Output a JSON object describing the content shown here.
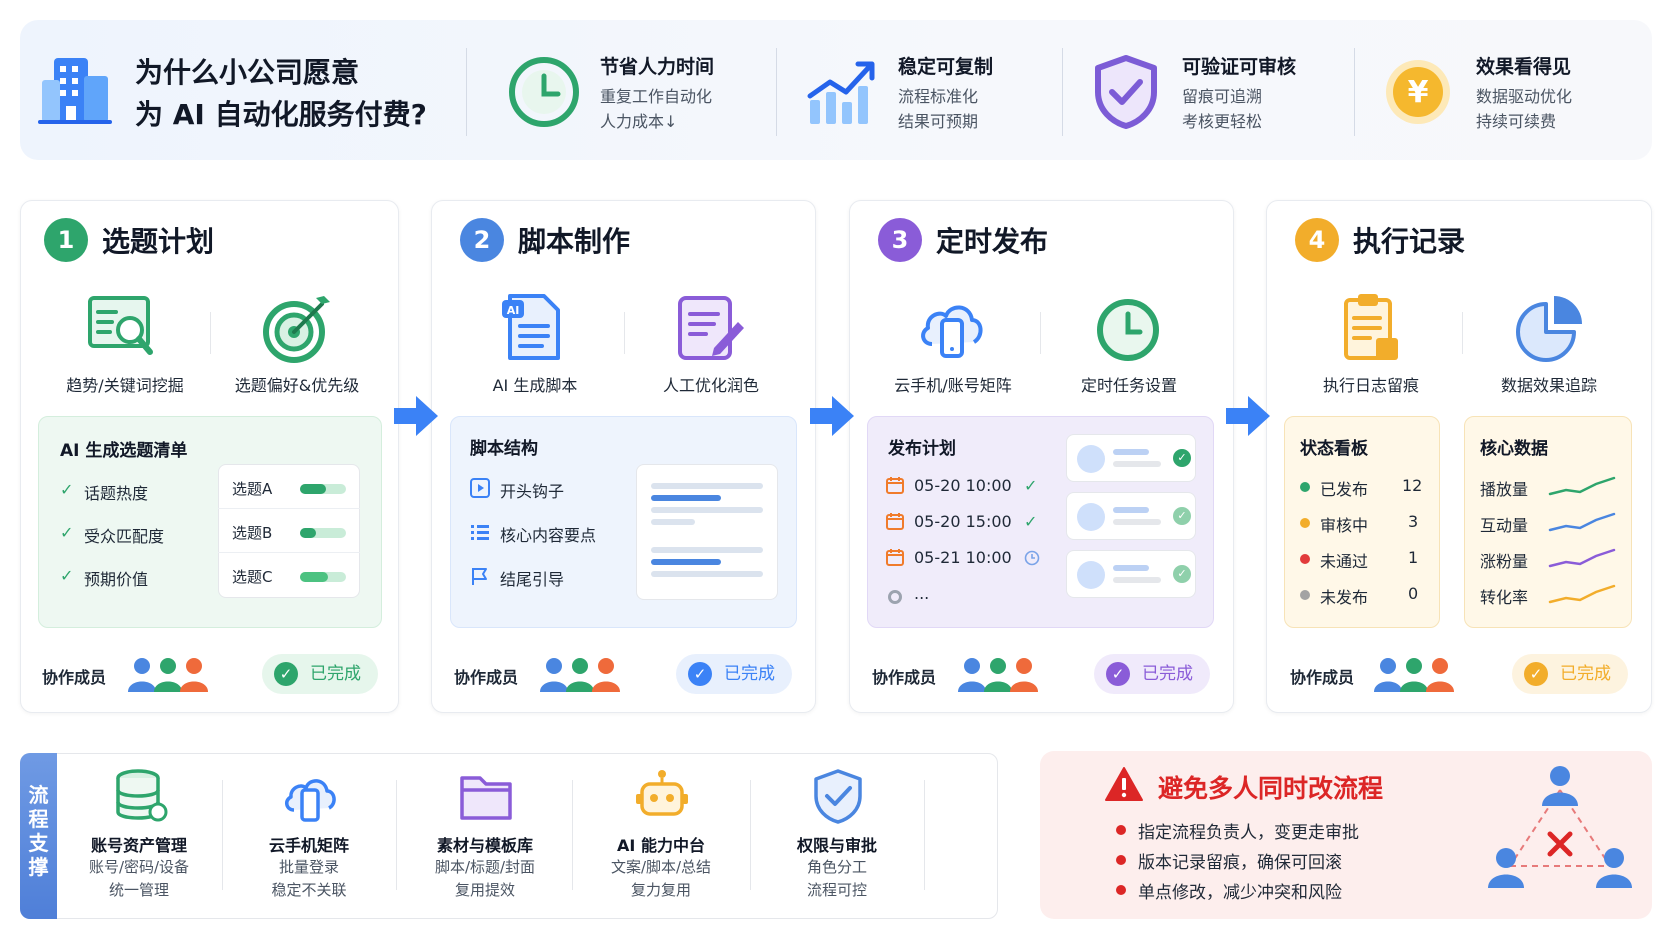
{
  "header": {
    "title_line1": "为什么小公司愿意",
    "title_line2": "为 AI 自动化服务付费?",
    "benefits": [
      {
        "icon": "clock-icon",
        "title": "节省人力时间",
        "line1": "重复工作自动化",
        "line2": "人力成本↓",
        "color": "#2ea56c"
      },
      {
        "icon": "growth-chart-icon",
        "title": "稳定可复制",
        "line1": "流程标准化",
        "line2": "结果可预期",
        "color": "#3b82f6"
      },
      {
        "icon": "shield-check-icon",
        "title": "可验证可审核",
        "line1": "留痕可追溯",
        "line2": "考核更轻松",
        "color": "#7c5cd6"
      },
      {
        "icon": "yen-coin-icon",
        "title": "效果看得见",
        "line1": "数据驱动优化",
        "line2": "持续可续费",
        "color": "#f5b82e"
      }
    ]
  },
  "steps": [
    {
      "num": "1",
      "title": "选题计划",
      "color": "#2ea56c",
      "tools": [
        {
          "icon": "search-report-icon",
          "label": "趋势/关键词挖掘"
        },
        {
          "icon": "target-icon",
          "label": "选题偏好&优先级"
        }
      ],
      "panel": {
        "title": "AI 生成选题清单",
        "checks": [
          "话题热度",
          "受众匹配度",
          "预期价值"
        ],
        "items": [
          "选题A",
          "选题B",
          "选题C"
        ]
      },
      "members_label": "协作成员",
      "status": "已完成"
    },
    {
      "num": "2",
      "title": "脚本制作",
      "color": "#4a86e0",
      "tools": [
        {
          "icon": "ai-document-icon",
          "label": "AI 生成脚本"
        },
        {
          "icon": "edit-document-icon",
          "label": "人工优化润色"
        }
      ],
      "panel": {
        "title": "脚本结构",
        "items": [
          "开头钩子",
          "核心内容要点",
          "结尾引导"
        ]
      },
      "members_label": "协作成员",
      "status": "已完成"
    },
    {
      "num": "3",
      "title": "定时发布",
      "color": "#8a5cd8",
      "tools": [
        {
          "icon": "cloud-phone-icon",
          "label": "云手机/账号矩阵"
        },
        {
          "icon": "timer-icon",
          "label": "定时任务设置"
        }
      ],
      "panel": {
        "title": "发布计划",
        "times": [
          "05-20 10:00",
          "05-20 15:00",
          "05-21 10:00"
        ],
        "more": "..."
      },
      "members_label": "协作成员",
      "status": "已完成"
    },
    {
      "num": "4",
      "title": "执行记录",
      "color": "#f2ad2b",
      "tools": [
        {
          "icon": "clipboard-log-icon",
          "label": "执行日志留痕"
        },
        {
          "icon": "pie-chart-icon",
          "label": "数据效果追踪"
        }
      ],
      "status_board": {
        "title": "状态看板",
        "rows": [
          {
            "label": "已发布",
            "value": "12",
            "color": "#2ea56c"
          },
          {
            "label": "审核中",
            "value": "3",
            "color": "#f2ad2b"
          },
          {
            "label": "未通过",
            "value": "1",
            "color": "#e23b3b"
          },
          {
            "label": "未发布",
            "value": "0",
            "color": "#a3a3a3"
          }
        ]
      },
      "core_data": {
        "title": "核心数据",
        "rows": [
          "播放量",
          "互动量",
          "涨粉量",
          "转化率"
        ]
      },
      "members_label": "协作成员",
      "status": "已完成"
    }
  ],
  "support": {
    "label": "流程支撑",
    "items": [
      {
        "icon": "database-icon",
        "title": "账号资产管理",
        "line1": "账号/密码/设备",
        "line2": "统一管理",
        "color": "#2ea56c"
      },
      {
        "icon": "cloud-phone-icon",
        "title": "云手机矩阵",
        "line1": "批量登录",
        "line2": "稳定不关联",
        "color": "#4a86e0"
      },
      {
        "icon": "folder-icon",
        "title": "素材与模板库",
        "line1": "脚本/标题/封面",
        "line2": "复用提效",
        "color": "#8a5cd8"
      },
      {
        "icon": "robot-icon",
        "title": "AI 能力中台",
        "line1": "文案/脚本/总结",
        "line2": "复力复用",
        "color": "#f2ad2b"
      },
      {
        "icon": "shield-check-icon",
        "title": "权限与审批",
        "line1": "角色分工",
        "line2": "流程可控",
        "color": "#4a86e0"
      }
    ]
  },
  "warning": {
    "title": "避免多人同时改流程",
    "lines": [
      "指定流程负责人，变更走审批",
      "版本记录留痕，确保可回滚",
      "单点修改，减少冲突和风险"
    ]
  }
}
